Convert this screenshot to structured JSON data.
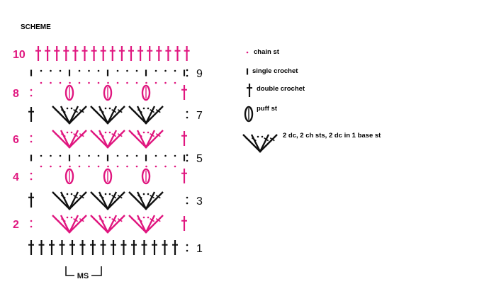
{
  "title": "SCHEME",
  "colors": {
    "pink": "#e0167f",
    "black": "#111111"
  },
  "rows": [
    {
      "n": "10",
      "side": "left",
      "color": "pink",
      "type": "dc"
    },
    {
      "n": "9",
      "side": "right",
      "color": "black",
      "type": "ch-sc"
    },
    {
      "n": "8",
      "side": "left",
      "color": "pink",
      "type": "puff"
    },
    {
      "n": "7",
      "side": "right",
      "color": "black",
      "type": "shell"
    },
    {
      "n": "6",
      "side": "left",
      "color": "pink",
      "type": "shell"
    },
    {
      "n": "5",
      "side": "right",
      "color": "black",
      "type": "ch-sc"
    },
    {
      "n": "4",
      "side": "left",
      "color": "pink",
      "type": "puff"
    },
    {
      "n": "3",
      "side": "right",
      "color": "black",
      "type": "shell"
    },
    {
      "n": "2",
      "side": "left",
      "color": "pink",
      "type": "shell"
    },
    {
      "n": "1",
      "side": "right",
      "color": "black",
      "type": "dc"
    }
  ],
  "repeat_label": "MS",
  "legend": [
    {
      "icon": "chain-st-icon",
      "label": "chain st"
    },
    {
      "icon": "single-crochet-icon",
      "label": "single crochet"
    },
    {
      "icon": "double-crochet-icon",
      "label": "double crochet"
    },
    {
      "icon": "puff-st-icon",
      "label": "puff st"
    },
    {
      "icon": "shell-st-icon",
      "label": "2 dc, 2 ch sts, 2 dc in 1 base st"
    }
  ]
}
